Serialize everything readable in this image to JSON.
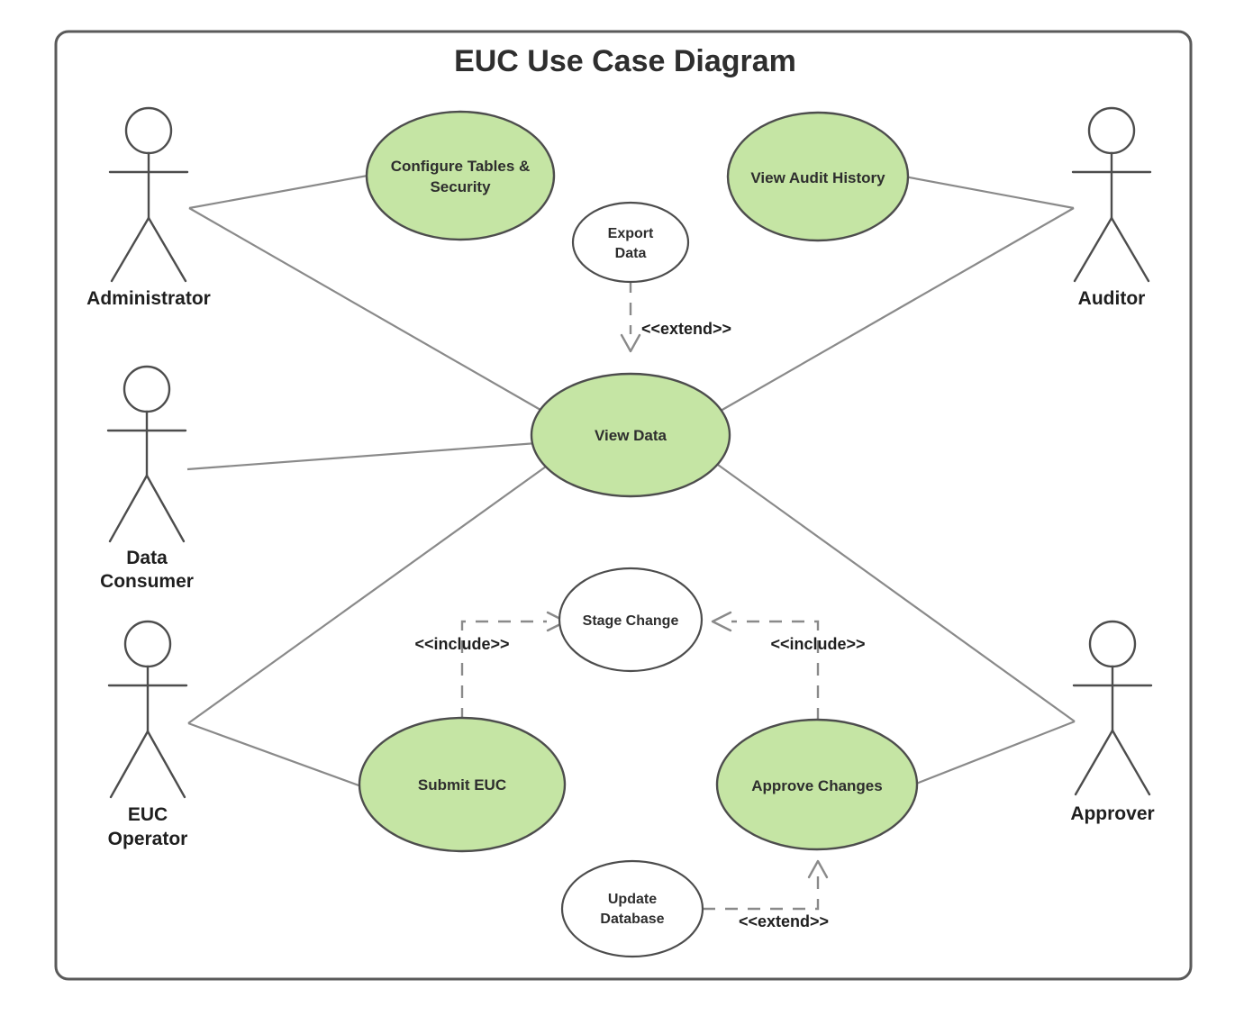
{
  "diagram": {
    "title": "EUC Use Case Diagram",
    "type": "uml-use-case-diagram",
    "colors": {
      "usecase_fill_highlight": "#c5e5a4",
      "usecase_fill_plain": "#ffffff",
      "shape_stroke": "#4d4d4d",
      "association_stroke": "#8a8a8a",
      "frame_stroke": "#5a5a5a",
      "text": "#2e2e2e"
    },
    "actors": [
      {
        "id": "administrator",
        "label": "Administrator",
        "label_lines": [
          "Administrator"
        ],
        "side": "left"
      },
      {
        "id": "data-consumer",
        "label": "Data Consumer",
        "label_lines": [
          "Data",
          "Consumer"
        ],
        "side": "left"
      },
      {
        "id": "euc-operator",
        "label": "EUC Operator",
        "label_lines": [
          "EUC",
          "Operator"
        ],
        "side": "left"
      },
      {
        "id": "auditor",
        "label": "Auditor",
        "label_lines": [
          "Auditor"
        ],
        "side": "right"
      },
      {
        "id": "approver",
        "label": "Approver",
        "label_lines": [
          "Approver"
        ],
        "side": "right"
      }
    ],
    "use_cases": [
      {
        "id": "configure-tables-security",
        "label": "Configure Tables & Security",
        "label_lines": [
          "Configure Tables &",
          "Security"
        ],
        "highlighted": true
      },
      {
        "id": "view-audit-history",
        "label": "View Audit History",
        "label_lines": [
          "View Audit History"
        ],
        "highlighted": true
      },
      {
        "id": "export-data",
        "label": "Export Data",
        "label_lines": [
          "Export",
          "Data"
        ],
        "highlighted": false
      },
      {
        "id": "view-data",
        "label": "View Data",
        "label_lines": [
          "View Data"
        ],
        "highlighted": true
      },
      {
        "id": "stage-change",
        "label": "Stage Change",
        "label_lines": [
          "Stage Change"
        ],
        "highlighted": false
      },
      {
        "id": "submit-euc",
        "label": "Submit EUC",
        "label_lines": [
          "Submit EUC"
        ],
        "highlighted": true
      },
      {
        "id": "approve-changes",
        "label": "Approve Changes",
        "label_lines": [
          "Approve Changes"
        ],
        "highlighted": true
      },
      {
        "id": "update-database",
        "label": "Update Database",
        "label_lines": [
          "Update",
          "Database"
        ],
        "highlighted": false
      }
    ],
    "associations": [
      {
        "from": "administrator",
        "to": "configure-tables-security"
      },
      {
        "from": "administrator",
        "to": "view-data"
      },
      {
        "from": "data-consumer",
        "to": "view-data"
      },
      {
        "from": "auditor",
        "to": "view-audit-history"
      },
      {
        "from": "auditor",
        "to": "view-data"
      },
      {
        "from": "euc-operator",
        "to": "view-data"
      },
      {
        "from": "euc-operator",
        "to": "submit-euc"
      },
      {
        "from": "approver",
        "to": "view-data"
      },
      {
        "from": "approver",
        "to": "approve-changes"
      }
    ],
    "dependencies": [
      {
        "from": "export-data",
        "to": "view-data",
        "stereotype": "<<extend>>"
      },
      {
        "from": "submit-euc",
        "to": "stage-change",
        "stereotype": "<<include>>"
      },
      {
        "from": "approve-changes",
        "to": "stage-change",
        "stereotype": "<<include>>"
      },
      {
        "from": "update-database",
        "to": "approve-changes",
        "stereotype": "<<extend>>"
      }
    ],
    "stereotype_labels": {
      "extend_top": "<<extend>>",
      "include_left": "<<include>>",
      "include_right": "<<include>>",
      "extend_bottom": "<<extend>>"
    }
  }
}
